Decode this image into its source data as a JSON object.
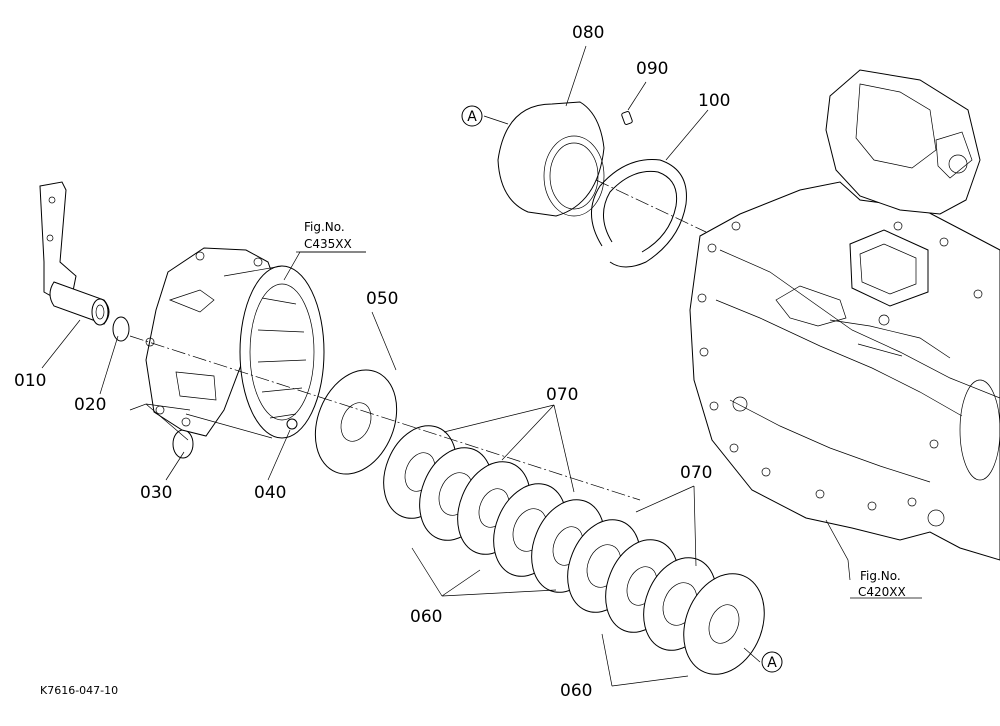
{
  "parts": [
    {
      "id": "p010",
      "label": "010"
    },
    {
      "id": "p020",
      "label": "020"
    },
    {
      "id": "p030",
      "label": "030"
    },
    {
      "id": "p040",
      "label": "040"
    },
    {
      "id": "p050",
      "label": "050"
    },
    {
      "id": "p060a",
      "label": "060"
    },
    {
      "id": "p060b",
      "label": "060"
    },
    {
      "id": "p070a",
      "label": "070"
    },
    {
      "id": "p070b",
      "label": "070"
    },
    {
      "id": "p080",
      "label": "080"
    },
    {
      "id": "p090",
      "label": "090"
    },
    {
      "id": "p100",
      "label": "100"
    }
  ],
  "figure_refs": [
    {
      "line1": "Fig.No.",
      "line2": "C435XX"
    },
    {
      "line1": "Fig.No.",
      "line2": "C420XX"
    }
  ],
  "callouts": [
    "A",
    "A"
  ],
  "document_id": "K7616-047-10"
}
